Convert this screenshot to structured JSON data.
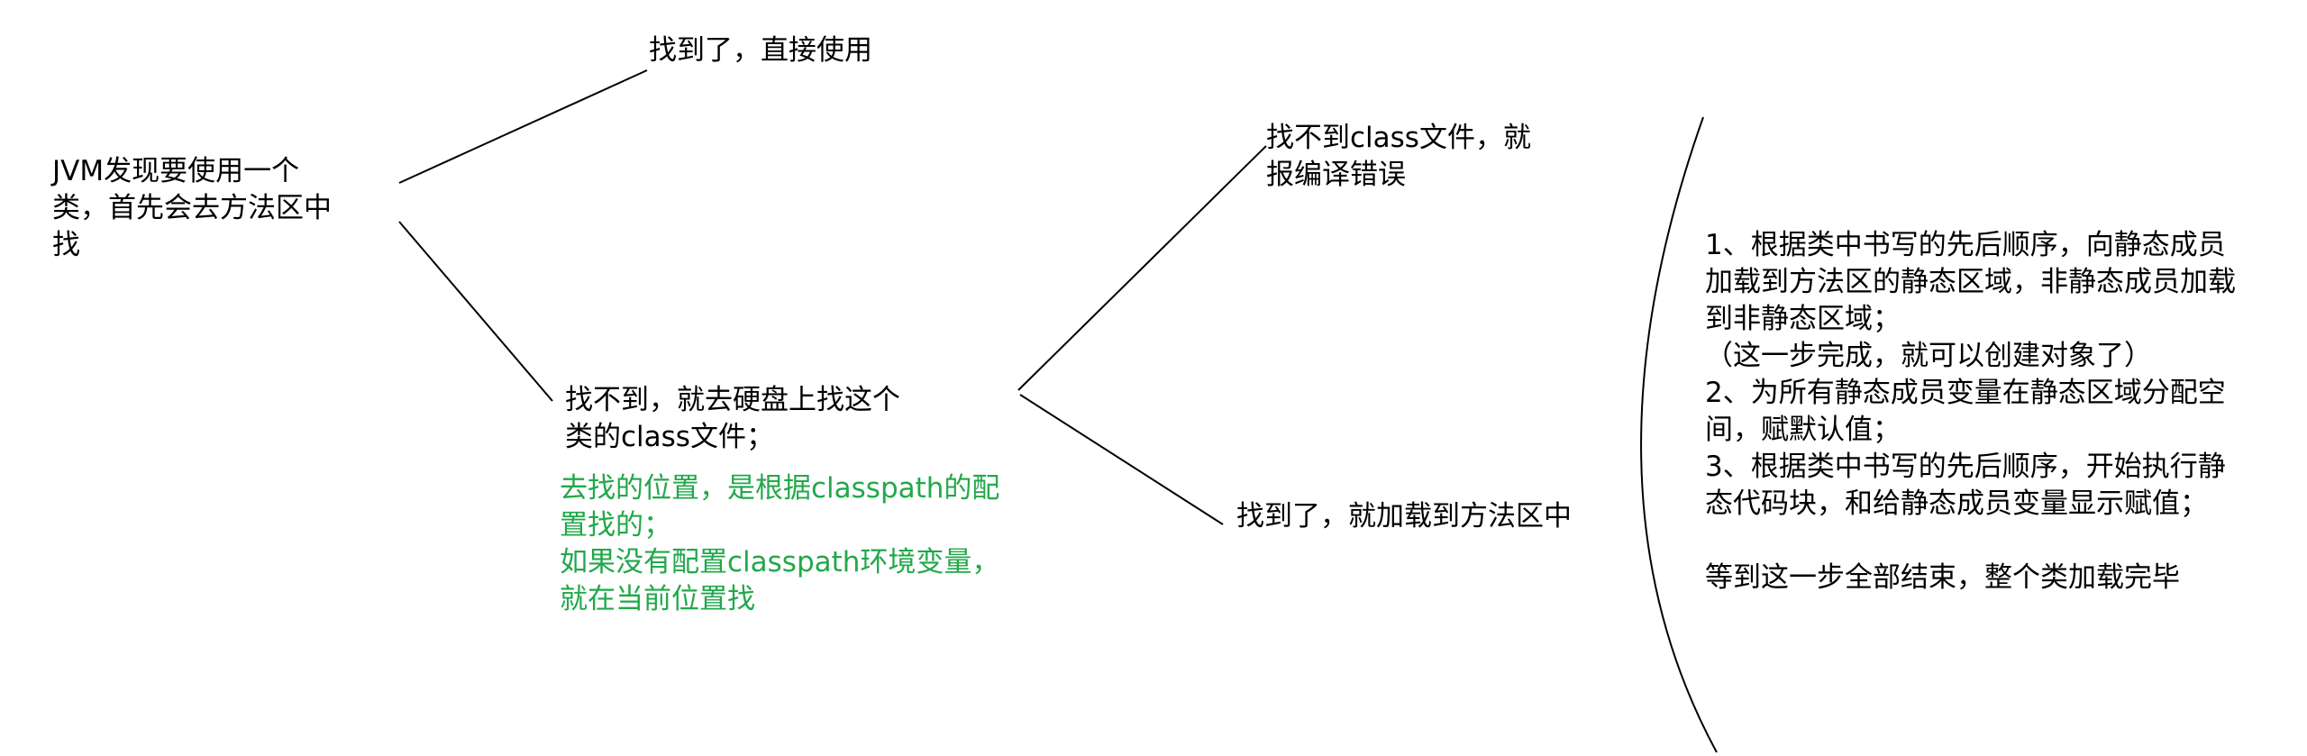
{
  "nodes": {
    "root": {
      "lines": [
        "JVM发现要使用一个",
        "类，首先会去方法区中",
        "找"
      ]
    },
    "found_direct": {
      "lines": [
        "找到了，直接使用"
      ]
    },
    "not_found": {
      "lines": [
        "找不到，就去硬盘上找这个",
        "类的class文件；"
      ]
    },
    "classpath_note": {
      "lines": [
        "去找的位置，是根据classpath的配",
        "置找的；",
        "如果没有配置classpath环境变量，",
        "就在当前位置找"
      ],
      "color": "#22a84a"
    },
    "compile_error": {
      "lines": [
        "找不到class文件，就",
        "报编译错误"
      ]
    },
    "load_method_area": {
      "lines": [
        "找到了，就加载到方法区中"
      ]
    },
    "load_steps": {
      "lines": [
        "1、根据类中书写的先后顺序，向静态成员",
        "加载到方法区的静态区域，非静态成员加载",
        "到非静态区域；",
        "（这一步完成，就可以创建对象了）",
        "2、为所有静态成员变量在静态区域分配空",
        "间，赋默认值；",
        "3、根据类中书写的先后顺序，开始执行静",
        "态代码块，和给静态成员变量显示赋值；",
        "",
        "等到这一步全部结束，整个类加载完毕"
      ]
    }
  }
}
